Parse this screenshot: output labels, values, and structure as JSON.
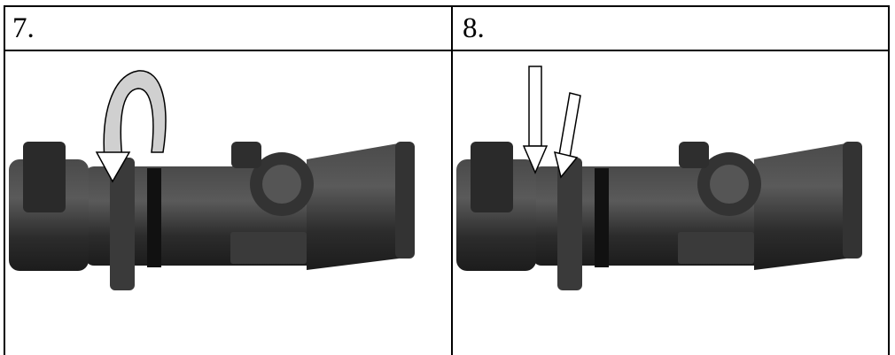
{
  "steps": [
    {
      "label": "7.",
      "illustration": "scope-rotate-ring"
    },
    {
      "label": "8.",
      "illustration": "scope-press-ring"
    }
  ],
  "colors": {
    "metal_dark": "#2a2a2a",
    "metal_mid": "#3c3c3c",
    "arrow_fill": "#cfcfcf",
    "border": "#000000"
  }
}
